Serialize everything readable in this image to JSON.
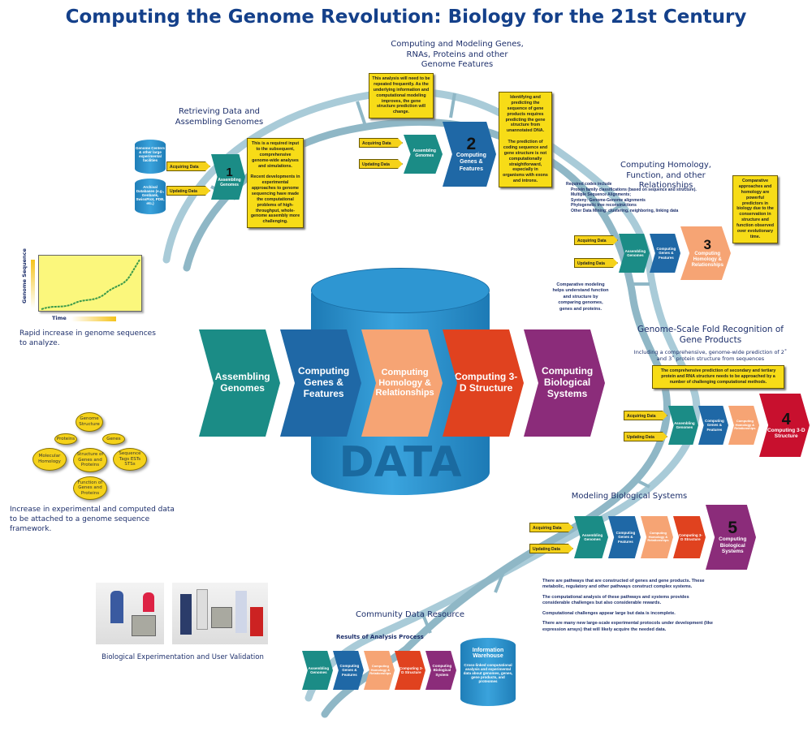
{
  "title": "Computing the Genome Revolution: Biology for the 21st Century",
  "colors": {
    "teal": "#1b8c86",
    "blue": "#1f68a6",
    "salmon": "#f6a474",
    "red": "#e0421f",
    "purple": "#8b2c7a",
    "darkred": "#c8102e",
    "yellow": "#f7dc17",
    "dna": "#9cc3d2"
  },
  "stage_labels": {
    "assembling": "Assembling Genomes",
    "genes": "Computing Genes & Features",
    "homology": "Computing Homology & Relationships",
    "structure": "Computing 3-D Structure",
    "systems": "Computing Biological Systems",
    "system_short": "Computing Biological System"
  },
  "acquiring": "Acquiring Data",
  "updating": "Updating Data",
  "central": {
    "cylinder_label": "DATA"
  },
  "section1": {
    "heading": "Retrieving Data and Assembling Genomes",
    "number": "1",
    "db1": "Genome Centers & other large experimental facilities",
    "db2": "Archival Databases (e.g., Genbank, SwissProt, PDB, etc.)",
    "note": "This is a required input to the subsequent, comprehensive genome-wide analyses and simulations.\n\nRecent developments in experimental approaches to genome sequencing have made the computational problems of high-throughput, whole-genome assembly more challenging."
  },
  "section2": {
    "heading": "Computing and Modeling Genes, RNAs, Proteins and other Genome Features",
    "number": "2",
    "note_left": "This analysis will need to be repeated frequently.  As the underlying information and computational modeling improves, the gene structure prediction will change.",
    "note_right": "Identifying and predicting the sequence of gene products requires predicting the gene structure from unannotated DNA.\n\nThe prediction of coding sequence and gene structure is not computationally straightforward, especially in organisms with exons and introns."
  },
  "section3": {
    "heading": "Computing Homology, Function, and other Relationships",
    "number": "3",
    "codes_title": "Required codes include",
    "codes": [
      "Protein family classifications (based on sequence and structure).",
      "Multiple Sequence Alignments;",
      "Synteny: Genome-Genome alignments",
      "Phylogenetic tree reconstructions",
      "Other Data Mining: clustering, neighboring, linking data"
    ],
    "note": "Comparative approaches and homology are powerful predictors in biology due to the conservation in structure and function observed over evolutionary time.",
    "comparative": "Comparative modeling helps understand function and structure by comparing genomes, genes and proteins."
  },
  "section4": {
    "heading": "Genome-Scale Fold Recognition of Gene Products",
    "subheading": "Including a comprehensive, genome-wide prediction of 2˚ and 3˚ protein structure from sequences",
    "number": "4",
    "note": "The comprehensive prediction of secondary and tertiary protein and RNA structure needs to be approached by a number of challenging computational methods."
  },
  "section5": {
    "heading": "Modeling Biological Systems",
    "number": "5",
    "bullets": [
      "There are pathways that are constructed of genes and gene products. These metabolic, regulatory and other pathways construct complex systems.",
      "The computational analysis of these pathways and systems provides considerable challenges but also considerable rewards.",
      "Computational challenges appear large but data is incomplete.",
      "There are many new large-scale experimental protocols under development (like expression arrays) that will likely acquire the needed data."
    ]
  },
  "community": {
    "heading": "Community Data Resource",
    "results": "Results of Analysis Process",
    "warehouse_title": "Information Warehouse",
    "warehouse_text": "Cross-linked computational analysis and experimental data about genomes, genes, gene products, and proteomes"
  },
  "growth": {
    "y_label": "Genome Sequence",
    "x_label": "Time",
    "caption": "Rapid increase in genome sequences to analyze."
  },
  "data_types": {
    "items": [
      "Genome Structure",
      "Proteins",
      "Genes",
      "Molecular Homology",
      "Structure of Genes and Proteins",
      "Sequence Tags ESTs STSs",
      "Function of Genes and Proteins"
    ],
    "caption": "Increase in experimental and computed data to be attached to a genome sequence framework."
  },
  "photos": {
    "caption": "Biological Experimentation and User Validation"
  }
}
